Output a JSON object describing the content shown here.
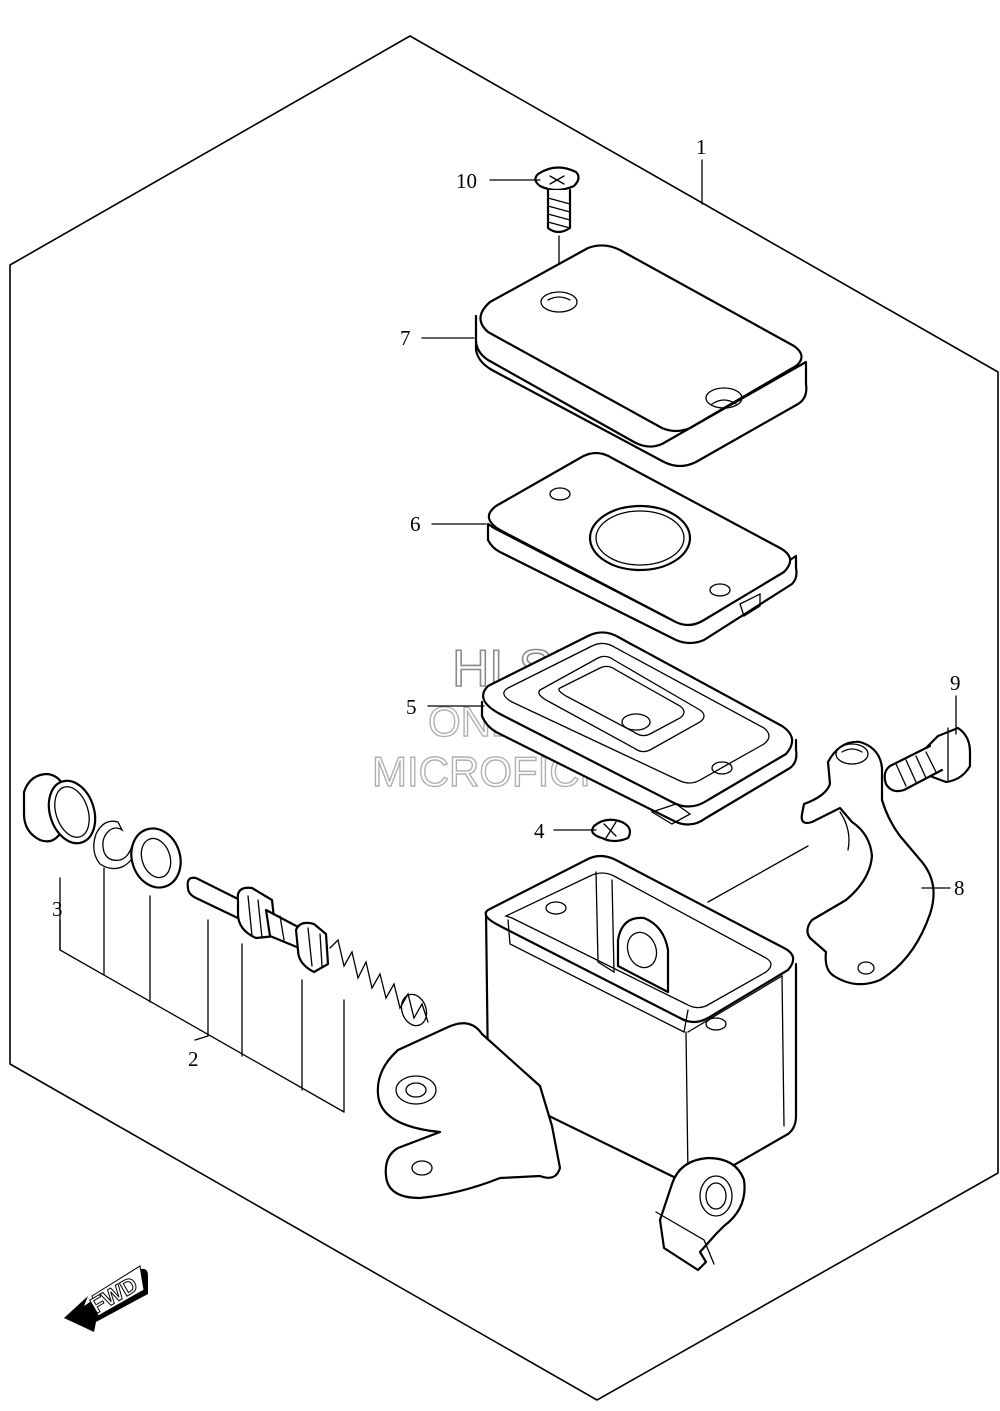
{
  "watermark": {
    "line1": "HLSM",
    "line2": "ONLINE",
    "line3": "MICROFICHE"
  },
  "direction_label": "FWD",
  "callouts": [
    {
      "id": "1",
      "label": "1"
    },
    {
      "id": "2",
      "label": "2"
    },
    {
      "id": "3",
      "label": "3"
    },
    {
      "id": "4",
      "label": "4"
    },
    {
      "id": "5",
      "label": "5"
    },
    {
      "id": "6",
      "label": "6"
    },
    {
      "id": "7",
      "label": "7"
    },
    {
      "id": "8",
      "label": "8"
    },
    {
      "id": "9",
      "label": "9"
    },
    {
      "id": "10",
      "label": "10"
    }
  ],
  "icons": {
    "fwd": "fwd-arrow-icon"
  }
}
